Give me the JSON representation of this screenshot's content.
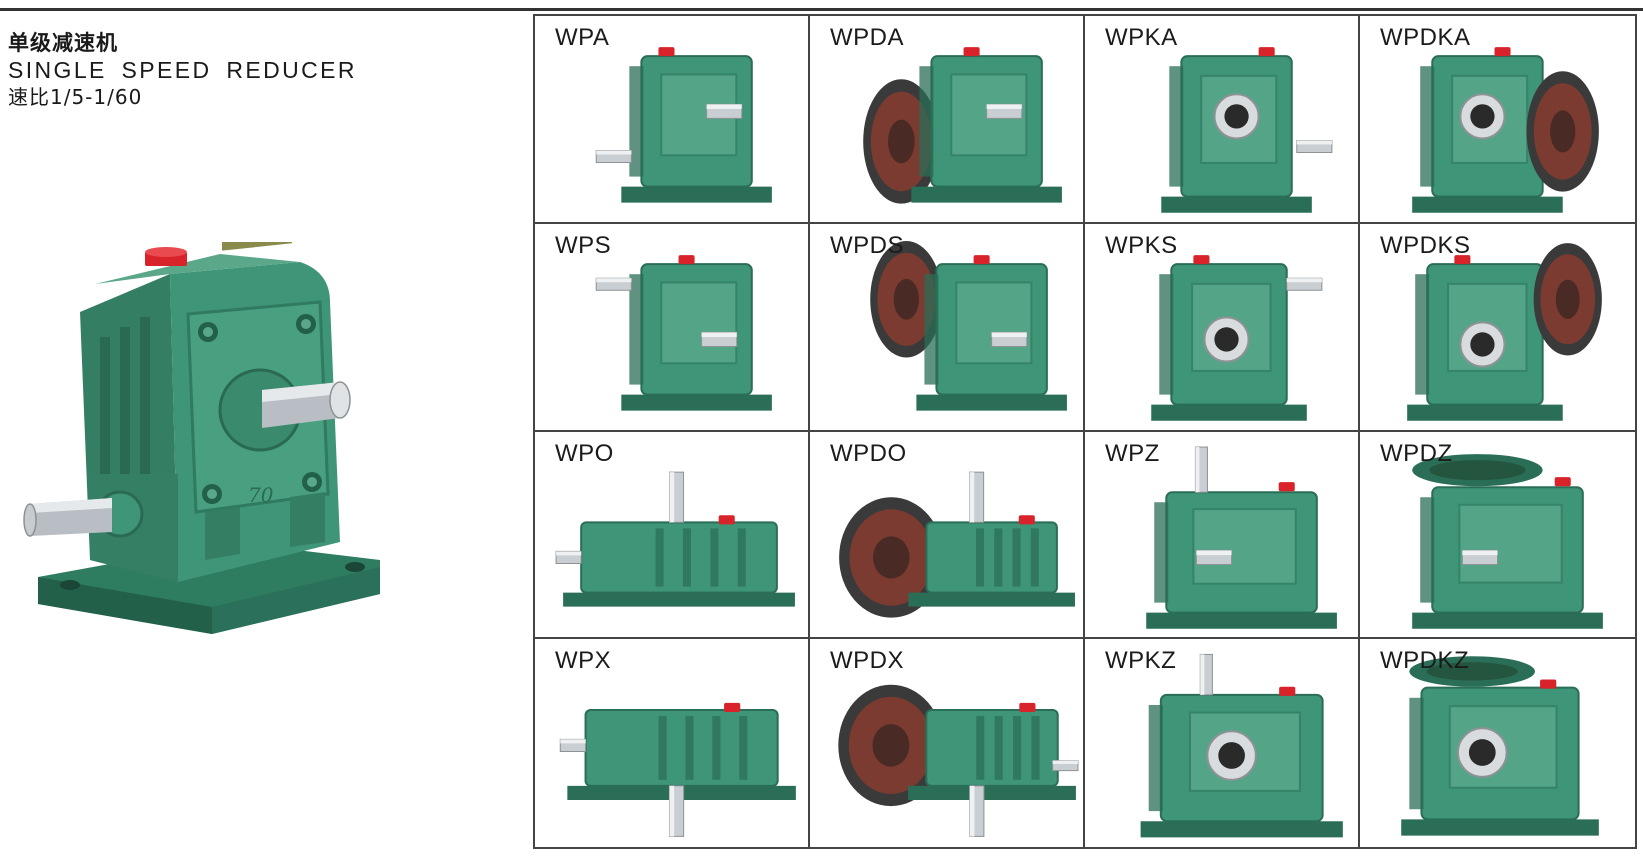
{
  "heading": {
    "title_cn": "单级减速机",
    "title_en": "SINGLE  SPEED REDUCER",
    "ratio": "速比1/5-1/60"
  },
  "hero": {
    "icon": "worm-gear-reducer-icon",
    "size_mark": "70"
  },
  "colors": {
    "housing": "#3f9577",
    "housing_dark": "#2b6e57",
    "housing_light": "#6fb89b",
    "shaft": "#c9ced2",
    "flange_inner": "#7b3b30",
    "cap_red": "#d8232a",
    "grid_line": "#444444"
  },
  "models": [
    {
      "code": "WPA",
      "variant": "a"
    },
    {
      "code": "WPDA",
      "variant": "da"
    },
    {
      "code": "WPKA",
      "variant": "ka"
    },
    {
      "code": "WPDKA",
      "variant": "dka"
    },
    {
      "code": "WPS",
      "variant": "s"
    },
    {
      "code": "WPDS",
      "variant": "ds"
    },
    {
      "code": "WPKS",
      "variant": "ks"
    },
    {
      "code": "WPDKS",
      "variant": "dks"
    },
    {
      "code": "WPO",
      "variant": "o"
    },
    {
      "code": "WPDO",
      "variant": "do"
    },
    {
      "code": "WPZ",
      "variant": "z"
    },
    {
      "code": "WPDZ",
      "variant": "dz"
    },
    {
      "code": "WPX",
      "variant": "x"
    },
    {
      "code": "WPDX",
      "variant": "dx"
    },
    {
      "code": "WPKZ",
      "variant": "kz"
    },
    {
      "code": "WPDKZ",
      "variant": "dkz"
    }
  ]
}
